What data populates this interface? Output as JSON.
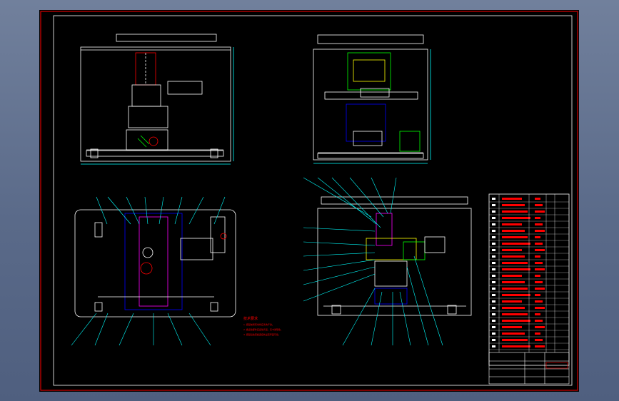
{
  "canvas": {
    "background": "#5b6b8a",
    "sheet_color": "#000000"
  },
  "palette": {
    "frame": "#ff0000",
    "line": "#ffffff",
    "leader": "#00ffff",
    "hatch": "#00ff00",
    "accent_yellow": "#ffff00",
    "accent_magenta": "#ff00ff",
    "accent_blue": "#0000ff",
    "table_red": "#ff0000"
  },
  "views": [
    {
      "name": "front-view",
      "description_label": ""
    },
    {
      "name": "side-view",
      "description_label": ""
    },
    {
      "name": "top-view",
      "description_label": ""
    },
    {
      "name": "section-view",
      "description_label": ""
    }
  ],
  "notes": {
    "heading": "技术要求",
    "lines": [
      "1. 装配前所有零件应清洗干净。",
      "2. 各运动部件应运动灵活，无卡滞现象。",
      "3. 装配后检查各连接处是否牢固可靠。"
    ]
  },
  "parts_list_rows": 24,
  "title_block": {
    "label": ""
  }
}
